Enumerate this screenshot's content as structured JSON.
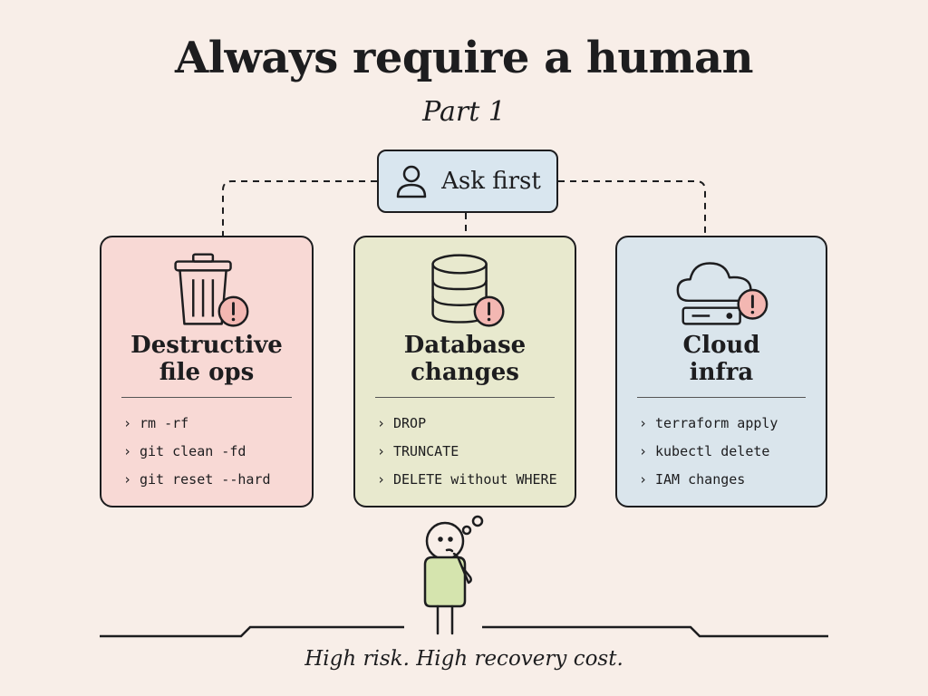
{
  "title": "Always require a human",
  "subtitle": "Part 1",
  "ask": {
    "label": "Ask first",
    "icon": "user-icon"
  },
  "cards": [
    {
      "title_line1": "Destructive",
      "title_line2": "file ops",
      "icon": "trash-warning-icon",
      "color": "#f8d9d5",
      "items": [
        "rm -rf",
        "git clean -fd",
        "git reset --hard"
      ]
    },
    {
      "title_line1": "Database",
      "title_line2": "changes",
      "icon": "database-warning-icon",
      "color": "#e8e9ce",
      "items": [
        "DROP",
        "TRUNCATE",
        "DELETE without WHERE"
      ]
    },
    {
      "title_line1": "Cloud",
      "title_line2": "infra",
      "icon": "cloud-server-warning-icon",
      "color": "#dae5ec",
      "items": [
        "terraform apply",
        "kubectl delete",
        "IAM changes"
      ]
    }
  ],
  "figure_icon": "thinking-person-icon",
  "footer": "High risk. High recovery cost.",
  "item_marker": "›",
  "colors": {
    "background": "#f8eee8",
    "ask_box": "#d9e6ef",
    "warning": "#f3b7b2",
    "person_body": "#d5e4ae"
  }
}
